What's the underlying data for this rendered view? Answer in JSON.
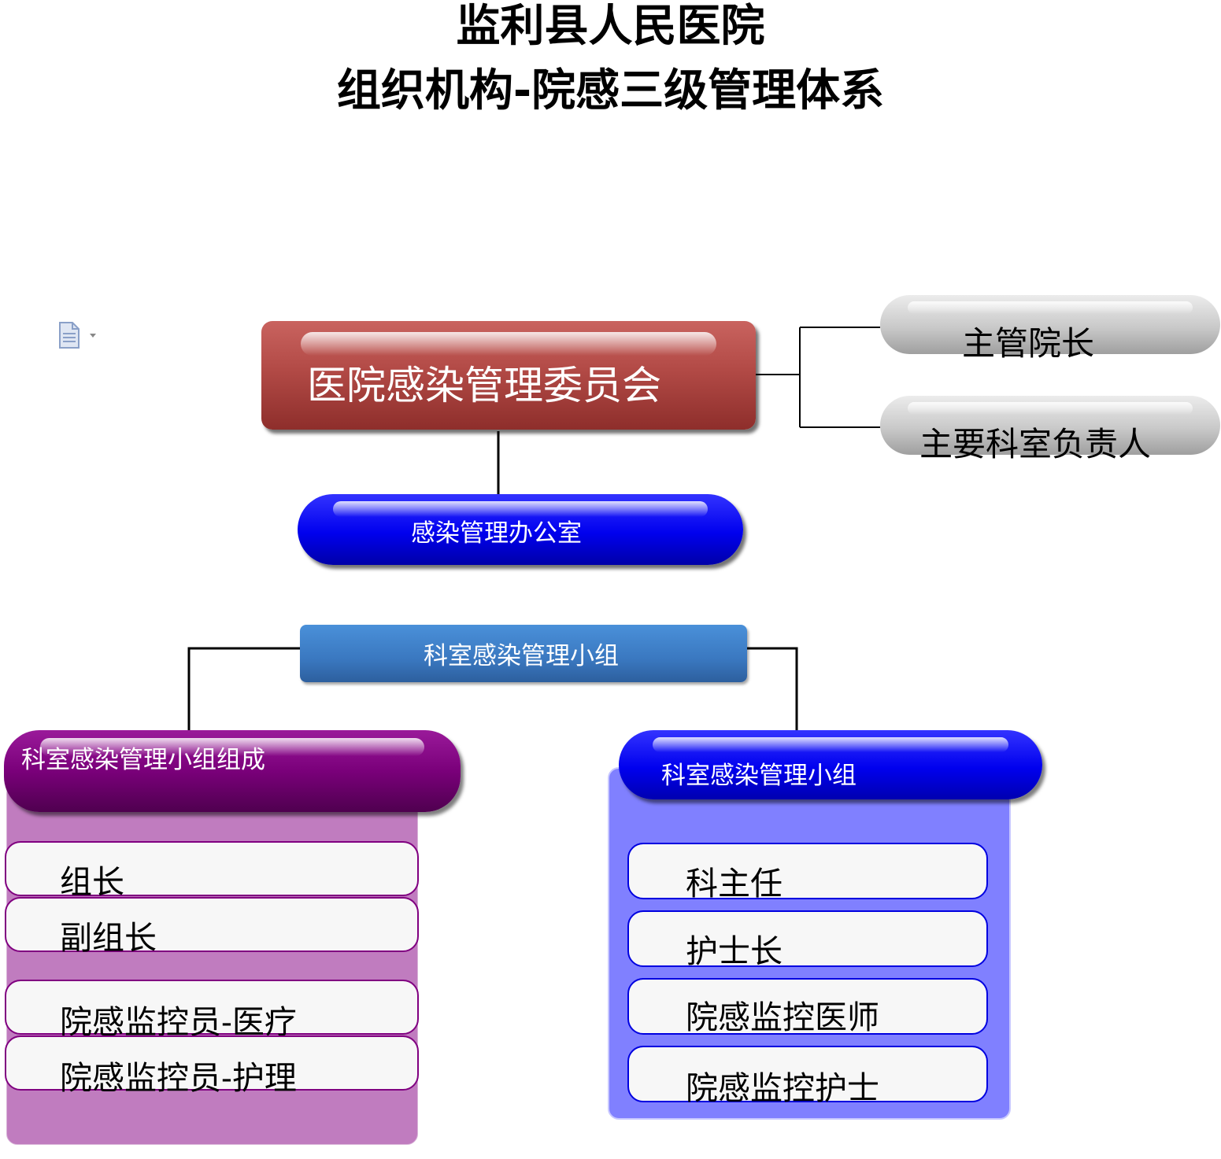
{
  "title": {
    "line1": "监利县人民医院",
    "line2": "组织机构-院感三级管理体系"
  },
  "nodes": {
    "committee": "医院感染管理委员会",
    "director": "主管院长",
    "dept_heads": "主要科室负责人",
    "office": "感染管理办公室",
    "dept_group": "科室感染管理小组"
  },
  "left_panel": {
    "header": "科室感染管理小组组成",
    "items": [
      "组长",
      "副组长",
      "院感监控员-医疗",
      "院感监控员-护理"
    ]
  },
  "right_panel": {
    "header": "科室感染管理小组",
    "items": [
      "科主任",
      "护士长",
      "院感监控医师",
      "院感监控护士"
    ]
  },
  "icons": {
    "document": "document-icon"
  },
  "colors": {
    "committee": "#b24a46",
    "office": "#0000ee",
    "dept_group": "#3a78c0",
    "left_header": "#7a007a",
    "left_panel": "#c07cbf",
    "right_header": "#0000ee",
    "right_panel": "#8080ff"
  }
}
